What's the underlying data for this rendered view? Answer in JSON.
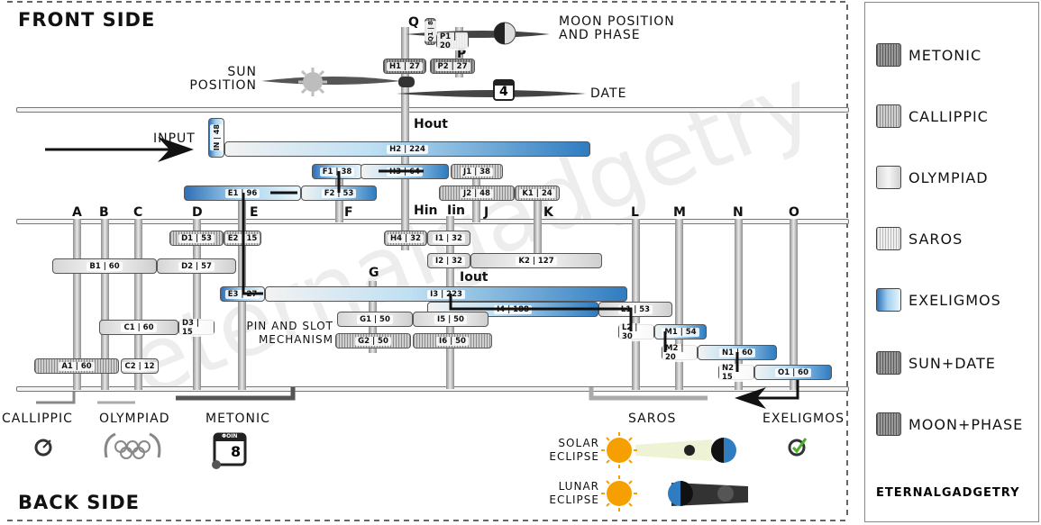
{
  "front_title": "FRONT SIDE",
  "back_title": "BACK SIDE",
  "top_labels": {
    "moon": "MOON POSITION AND PHASE",
    "sun": "SUN POSITION",
    "date": "DATE",
    "input": "INPUT",
    "date_number": "4",
    "pin_slot": "PIN AND SLOT MECHANISM",
    "q": "Q",
    "p": "P",
    "g": "G"
  },
  "shaft_labels": {
    "h_out": "Hout",
    "h_in": "Hin",
    "i_in": "Iin",
    "i_out": "Iout",
    "A": "A",
    "B": "B",
    "C": "C",
    "D": "D",
    "E": "E",
    "F": "F",
    "J": "J",
    "K": "K",
    "L": "L",
    "M": "M",
    "N": "N",
    "O": "O"
  },
  "gears": {
    "q1": "Q1 | 8",
    "p1": "P1 | 20",
    "h1": "H1 | 27",
    "p2": "P2 | 27",
    "in": "IN | 48",
    "h2": "H2 | 224",
    "f1": "F1 | 38",
    "h3": "H3 | 64",
    "j1": "J1 | 38",
    "e1": "E1 | 96",
    "f2": "F2 | 53",
    "j2": "J2 | 48",
    "k1": "K1 | 24",
    "d1": "D1 | 53",
    "e2": "E2 | 15",
    "h4": "H4 | 32",
    "i1": "I1 | 32",
    "b1": "B1 | 60",
    "d2": "D2 | 57",
    "i2": "I2 | 32",
    "k2": "K2 | 127",
    "e3": "E3 | 27",
    "i3": "I3 | 223",
    "i4": "I4 | 188",
    "l1": "L1 | 53",
    "g1": "G1 | 50",
    "i5": "I5 | 50",
    "c1": "C1 | 60",
    "d3": "D3 | 15",
    "l2": "L2 | 30",
    "m1": "M1 | 54",
    "g2": "G2 | 50",
    "i6": "I6 | 50",
    "m2": "M2 | 20",
    "n1": "N1 | 60",
    "a1": "A1 | 60",
    "c2": "C2 | 12",
    "n2": "N2 | 15",
    "o1": "O1 | 60"
  },
  "bottom_labels": {
    "callippic": "CALLIPPIC",
    "olympiad": "OLYMPIAD",
    "metonic": "METONIC",
    "metonic_calendar": "ΦΟΙΝ",
    "metonic_number": "8",
    "saros": "SAROS",
    "exeligmos": "EXELIGMOS",
    "solar": "SOLAR ECLIPSE",
    "lunar": "LUNAR ECLIPSE"
  },
  "watermark": "eternalgadgetry",
  "legend": {
    "items": [
      {
        "label": "METONIC",
        "style": "dark-stripe"
      },
      {
        "label": "CALLIPPIC",
        "style": "mid-stripe"
      },
      {
        "label": "OLYMPIAD",
        "style": "light"
      },
      {
        "label": "SAROS",
        "style": "light-stripe"
      },
      {
        "label": "EXELIGMOS",
        "style": "blue"
      },
      {
        "label": "SUN+DATE",
        "style": "dark-stripe"
      },
      {
        "label": "MOON+PHASE",
        "style": "dark-stripe"
      }
    ],
    "brand": "ETERNALGADGETRY"
  },
  "colors": {
    "exeligmos": "#2f7cc0",
    "sun": "#f5a000",
    "metonic": "#555555",
    "saros": "#aaaaaa"
  }
}
